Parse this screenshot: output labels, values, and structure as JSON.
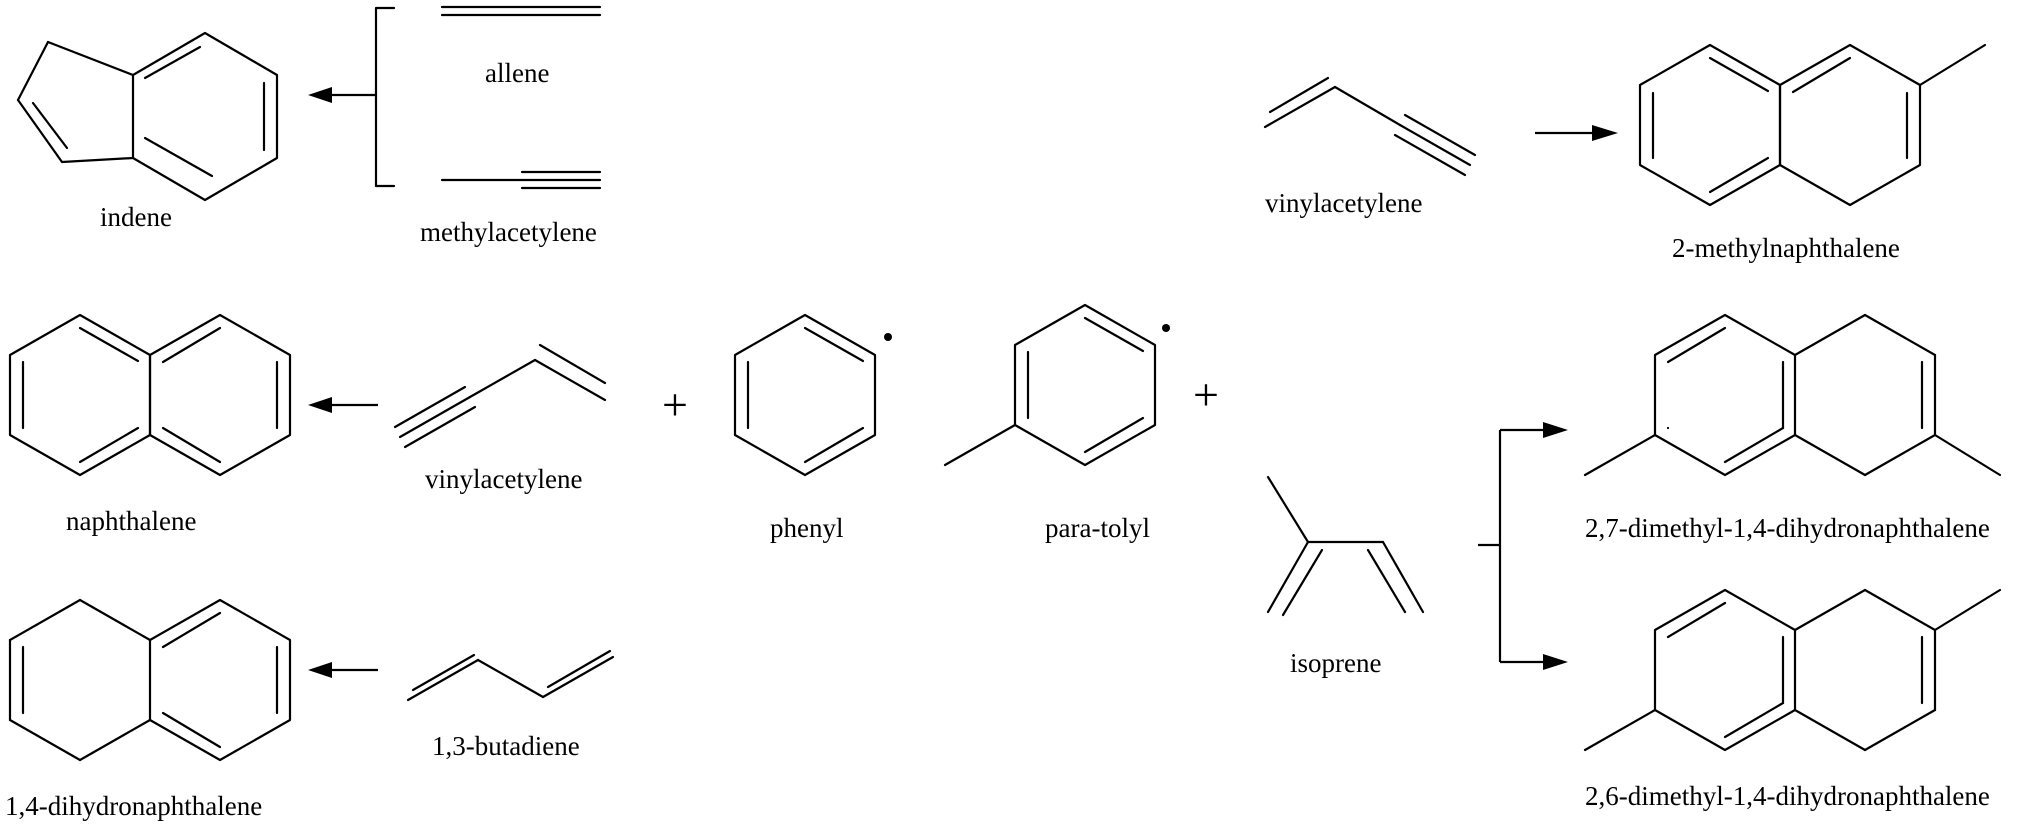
{
  "labels": {
    "indene": "indene",
    "allene": "allene",
    "methylacetylene": "methylacetylene",
    "vinylacetylene_top": "vinylacetylene",
    "methylnaphthalene": "2-methylnaphthalene",
    "naphthalene": "naphthalene",
    "vinylacetylene_mid": "vinylacetylene",
    "phenyl": "phenyl",
    "para_tolyl": "para-tolyl",
    "isoprene": "isoprene",
    "dimethyl_27": "2,7-dimethyl-1,4-dihydronaphthalene",
    "dimethyl_26": "2,6-dimethyl-1,4-dihydronaphthalene",
    "dihydronaphthalene": "1,4-dihydronaphthalene",
    "butadiene": "1,3-butadiene"
  },
  "symbols": {
    "plus_left": "+",
    "plus_right": "+"
  }
}
